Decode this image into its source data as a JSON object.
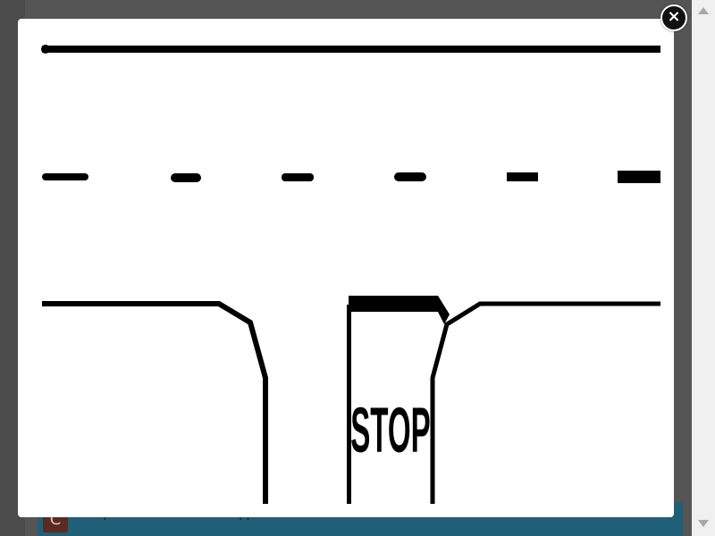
{
  "window": {
    "behind_text": "Multiple vehicles can be stopped.",
    "behind_icon": "C"
  },
  "modal": {
    "close_icon_glyph": "×",
    "image": {
      "stop_marking_text": "STOP"
    }
  },
  "icons": {
    "close": "close-icon",
    "scroll_up": "scroll-up-arrow-icon",
    "scroll_down": "scroll-down-arrow-icon"
  },
  "colors": {
    "overlay": "#4a4a4a",
    "modal_bg": "#ffffff",
    "road_marking": "#000000",
    "close_button": "#111111",
    "behind_bar": "#1f5f78"
  }
}
